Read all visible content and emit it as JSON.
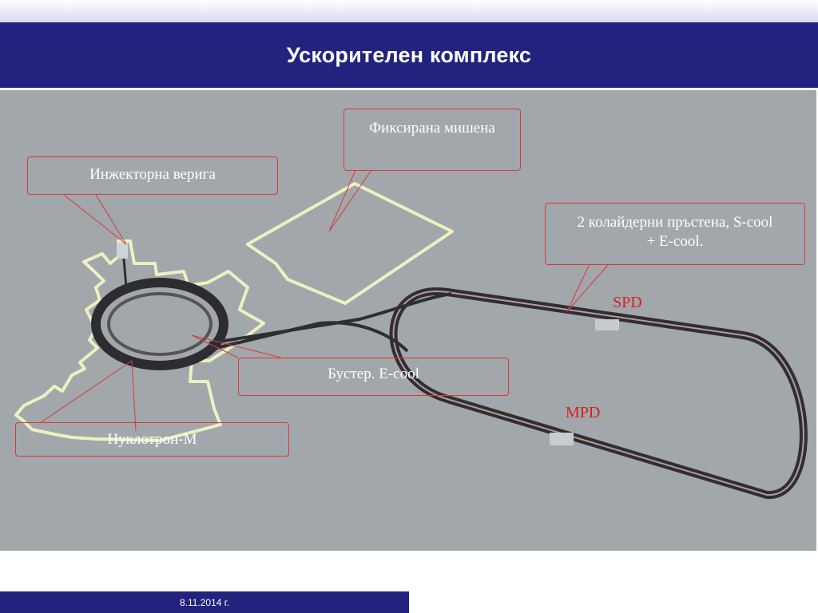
{
  "slide": {
    "title": "Ускорителен комплекс",
    "date": "8.11.2014 г."
  },
  "diagram": {
    "labels": {
      "fixed_target": "Фиксирана мишена",
      "injector_chain": "Инжекторна верига",
      "collider_rings": "2 колайдерни пръстена, S-cool + E-cool.",
      "booster": "Бустер. E-cool",
      "nuclotron": "Нуклотрон-М",
      "spd": "SPD",
      "mpd": "MPD"
    },
    "colors": {
      "header": "#23237f",
      "background": "#a1a7aa",
      "callout_border": "#d83a3a",
      "tag_text": "#d81e1e",
      "building_outline": "#eef0c0"
    }
  }
}
